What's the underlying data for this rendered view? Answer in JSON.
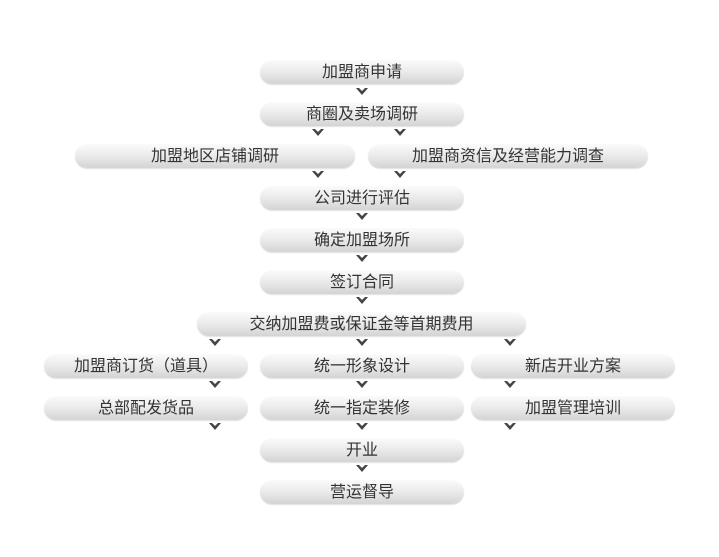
{
  "steps": {
    "apply": "加盟商申请",
    "survey": "商圈及卖场调研",
    "store_survey": "加盟地区店铺调研",
    "qualification_survey": "加盟商资信及经营能力调查",
    "evaluation": "公司进行评估",
    "confirm_site": "确定加盟场所",
    "contract": "签订合同",
    "fees": "交纳加盟费或保证金等首期费用",
    "order_goods": "加盟商订货（道具）",
    "image_design": "统一形象设计",
    "opening_plan": "新店开业方案",
    "distribution": "总部配发货品",
    "decoration": "统一指定装修",
    "management_training": "加盟管理培训",
    "open": "开业",
    "supervision": "营运督导"
  },
  "colors": {
    "text": "#333333",
    "arrow": "#444444"
  }
}
